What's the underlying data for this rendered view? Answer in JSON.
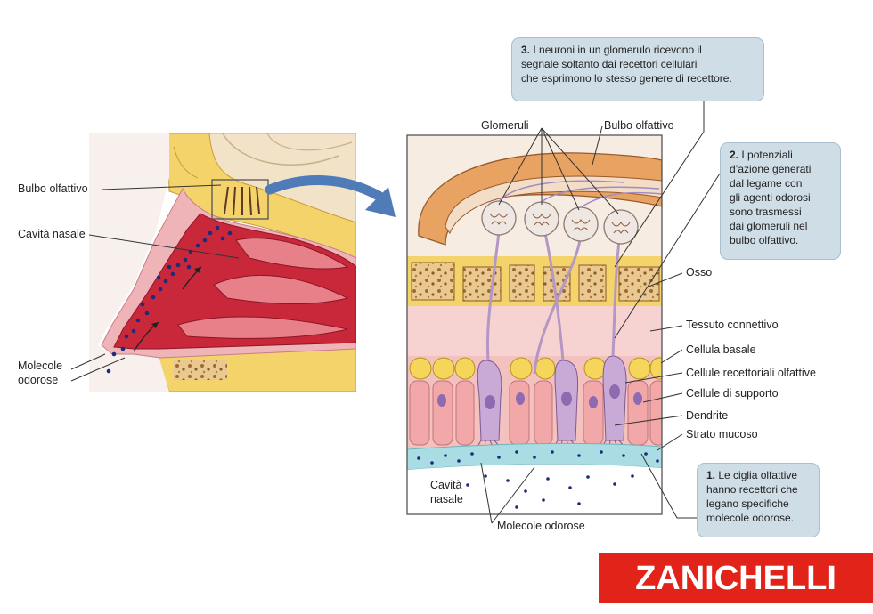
{
  "left_labels": {
    "bulbo": "Bulbo olfattivo",
    "cavita": "Cavità nasale",
    "molecole_line1": "Molecole",
    "molecole_line2": "odorose"
  },
  "right_labels": {
    "glomeruli": "Glomeruli",
    "bulbo": "Bulbo olfattivo",
    "osso": "Osso",
    "tessuto": "Tessuto connettivo",
    "basale": "Cellula basale",
    "recettoriali": "Cellule recettoriali olfattive",
    "supporto": "Cellule di supporto",
    "dendrite": "Dendrite",
    "mucoso": "Strato mucoso",
    "cavita_line1": "Cavità",
    "cavita_line2": "nasale",
    "molecole": "Molecole odorose"
  },
  "callouts": {
    "c3": {
      "num": "3.",
      "line1": "I neuroni in un glomerulo ricevono il",
      "line2": "segnale soltanto dai recettori cellulari",
      "line3": "che esprimono lo stesso genere di recettore."
    },
    "c2": {
      "num": "2.",
      "line1": "I potenziali",
      "line2": "d’azione generati",
      "line3": "dal legame con",
      "line4": "gli agenti odorosi",
      "line5": "sono trasmessi",
      "line6": "dai glomeruli nel",
      "line7": "bulbo olfattivo."
    },
    "c1": {
      "num": "1.",
      "line1": "Le ciglia olfattive",
      "line2": "hanno recettori che",
      "line3": "legano specifiche",
      "line4": "molecole odorose."
    }
  },
  "brand": "ZANICHELLI",
  "colors": {
    "cavity_red": "#c8283a",
    "mucosa_pink": "#eeb4b8",
    "bone_yellow": "#f4d36a",
    "brain_beige": "#f2e3c8",
    "arrow_blue": "#4f7bb8",
    "callout_bg": "#cfdde6",
    "brand_red": "#e2231a",
    "dot_navy": "#1e2a7a"
  }
}
